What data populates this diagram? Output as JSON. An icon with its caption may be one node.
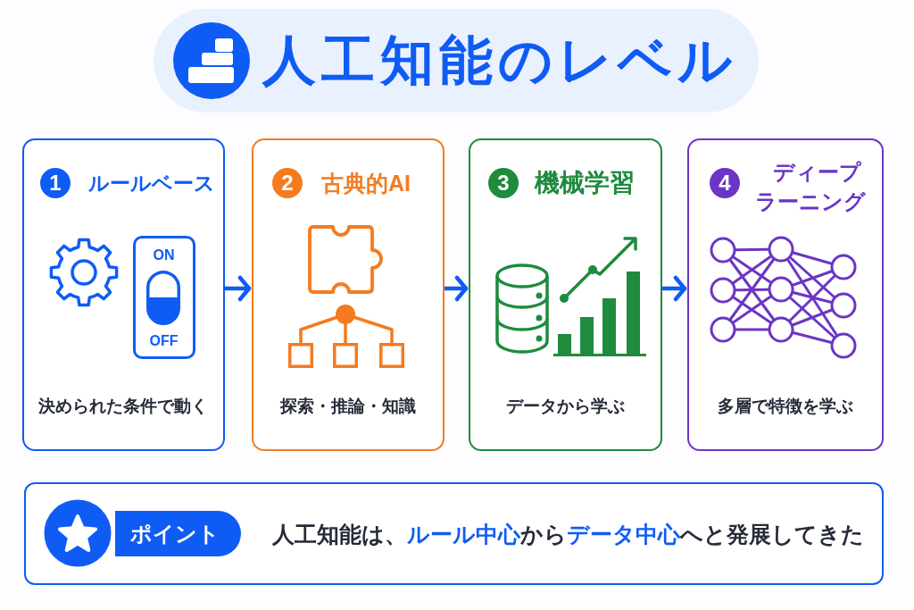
{
  "diagram": {
    "title": "人工知能のレベル",
    "nodes": [
      {
        "text": [
          "1",
          "ルールベース",
          "決められた条件で動く"
        ]
      },
      {
        "text": [
          "2",
          "古典的AI",
          "探索・推論・知識"
        ]
      },
      {
        "text": [
          "3",
          "機械学習",
          "データから学ぶ"
        ]
      },
      {
        "text": [
          "4",
          "ディープラーニング",
          "多層で特徴を学ぶ"
        ]
      },
      {
        "text": [
          "人工知能は、**ルール中心**から**データ中心**へと発展してきた"
        ]
      },
      {
        "text": [
          "ポイント"
        ],
        "in": 4
      }
    ],
    "edges": [
      {
        "from": 0,
        "to": 1,
        "arrow": "to"
      },
      {
        "from": 1,
        "to": 2,
        "arrow": "to"
      },
      {
        "from": 2,
        "to": 3,
        "arrow": "to"
      }
    ],
    "labels": [
      "ON",
      "OFF"
    ]
  }
}
